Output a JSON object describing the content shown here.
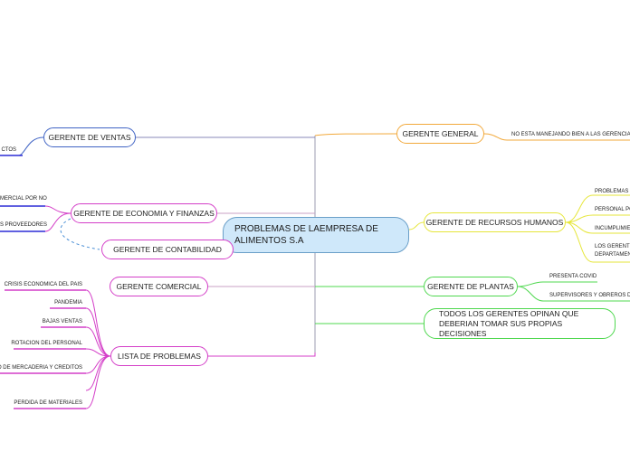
{
  "central": {
    "title_line1": "PROBLEMAS DE LAEMPRESA DE",
    "title_line2": "ALIMENTOS S.A"
  },
  "branches": {
    "ventas": {
      "label": "GERENTE DE VENTAS",
      "leaves": [
        "CTOS"
      ]
    },
    "economia": {
      "label": "GERENTE DE ECONOMIA Y FINANZAS",
      "leaves": [
        "MERCIAL POR NO",
        "S PROVEEDORES"
      ]
    },
    "contabilidad": {
      "label": "GERENTE DE CONTABILIDAD"
    },
    "comercial": {
      "label": "GERENTE COMERCIAL"
    },
    "problemas": {
      "label": "LISTA DE PROBLEMAS",
      "leaves": [
        "CRISIS ECONOMICA DEL PAIS",
        "PANDEMIA",
        "BAJAS VENTAS",
        "ROTACION DEL PERSONAL",
        "TO DE MERCADERIA Y CREDITOS",
        "PERDIDA DE MATERIALES"
      ]
    },
    "general": {
      "label": "GERENTE GENERAL",
      "leaves": [
        "NO ESTA MANEJANDO BIEN A LAS GERENCIAS"
      ]
    },
    "rrhh": {
      "label": "GERENTE DE RECURSOS HUMANOS",
      "leaves": [
        "PROBLEMAS C",
        "PERSONAL PO",
        "INCUMPLIMIE",
        "LOS GERENTE",
        "DEPARTAMEN"
      ]
    },
    "plantas": {
      "label": "GERENTE DE PLANTAS",
      "leaves": [
        "PRESENTA COVID",
        "SUPERVISORES Y OBREROS DES"
      ]
    },
    "todos": {
      "line1": "TODOS LOS GERENTES OPINAN QUE",
      "line2": "DEBERIAN TOMAR SUS PROPIAS DECISIONES"
    }
  },
  "colors": {
    "central_fill": "#cfe8fa",
    "ventas": "#3f63c4",
    "economia": "#d43fc8",
    "comercial": "#d43fc8",
    "problemas": "#d43fc8",
    "general": "#f2a93b",
    "rrhh": "#e6e63a",
    "plantas": "#4fd84f",
    "todos": "#4fd84f",
    "leaf_ventas": "#2b2bd6"
  }
}
